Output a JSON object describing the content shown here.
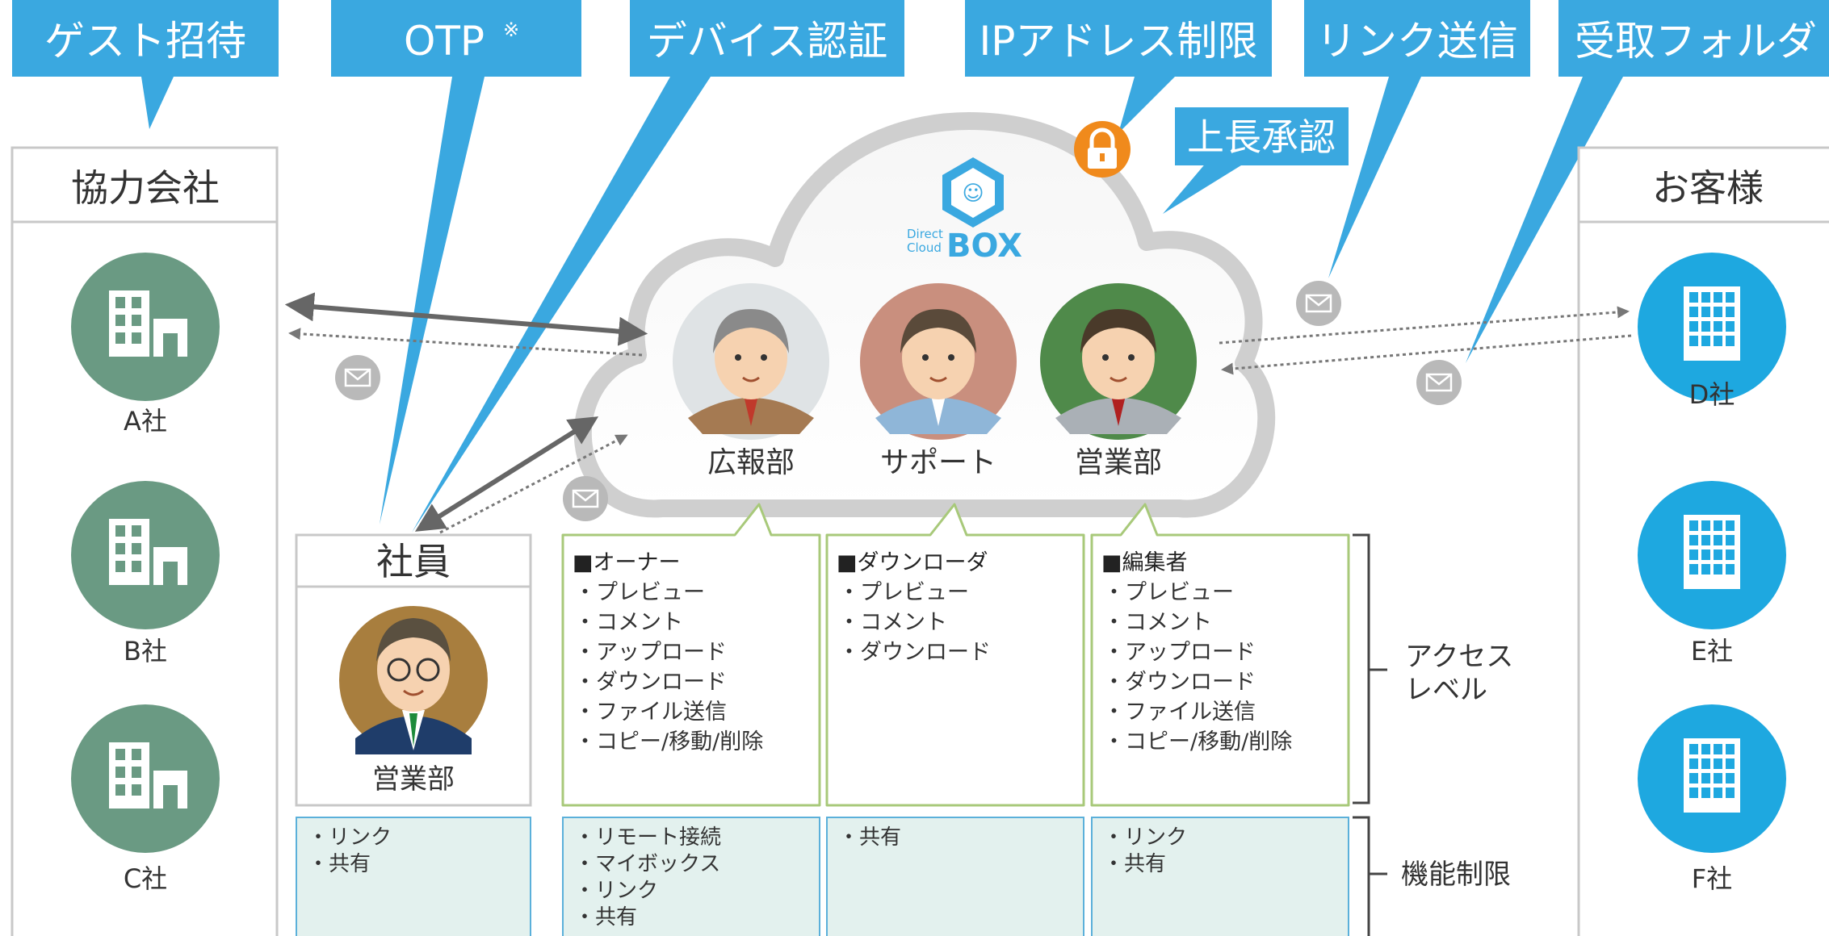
{
  "colors": {
    "accent_blue": "#3aa8e0",
    "building_green": "#6a9a83",
    "building_blue": "#1ea8e0",
    "box_border_green": "#a8c97a",
    "restrict_fill": "#e3f1ee",
    "restrict_border": "#5bb0da",
    "lock_orange": "#f08a1c",
    "cloud_border": "#cfcfcf"
  },
  "top_labels": {
    "guest_invite": "ゲスト招待",
    "otp": "OTP",
    "otp_mark": "※",
    "device_auth": "デバイス認証",
    "ip_restrict": "IPアドレス制限",
    "link_send": "リンク送信",
    "receive_folder": "受取フォルダ",
    "supervisor_approval": "上長承認"
  },
  "partners": {
    "title": "協力会社",
    "companies": [
      "A社",
      "B社",
      "C社"
    ]
  },
  "customers": {
    "title": "お客様",
    "companies": [
      "D社",
      "E社",
      "F社"
    ]
  },
  "cloud": {
    "logo_line1": "Direct",
    "logo_line2": "Cloud",
    "logo_box": "BOX",
    "members": [
      "広報部",
      "サポート",
      "営業部"
    ]
  },
  "employee": {
    "title": "社員",
    "dept": "営業部"
  },
  "access_boxes": [
    {
      "title": "■オーナー",
      "items": [
        "・プレビュー",
        "・コメント",
        "・アップロード",
        "・ダウンロード",
        "・ファイル送信",
        "・コピー/移動/削除"
      ]
    },
    {
      "title": "■ダウンローダ",
      "items": [
        "・プレビュー",
        "・コメント",
        "・ダウンロード"
      ]
    },
    {
      "title": "■編集者",
      "items": [
        "・プレビュー",
        "・コメント",
        "・アップロード",
        "・ダウンロード",
        "・ファイル送信",
        "・コピー/移動/削除"
      ]
    }
  ],
  "restriction_boxes": [
    {
      "items": [
        "・リンク",
        "・共有"
      ]
    },
    {
      "items": [
        "・リモート接続",
        "・マイボックス",
        "・リンク",
        "・共有"
      ]
    },
    {
      "items": [
        "・共有"
      ]
    },
    {
      "items": [
        "・リンク",
        "・共有"
      ]
    }
  ],
  "side_labels": {
    "access_level_line1": "アクセス",
    "access_level_line2": "レベル",
    "function_restriction": "機能制限"
  }
}
